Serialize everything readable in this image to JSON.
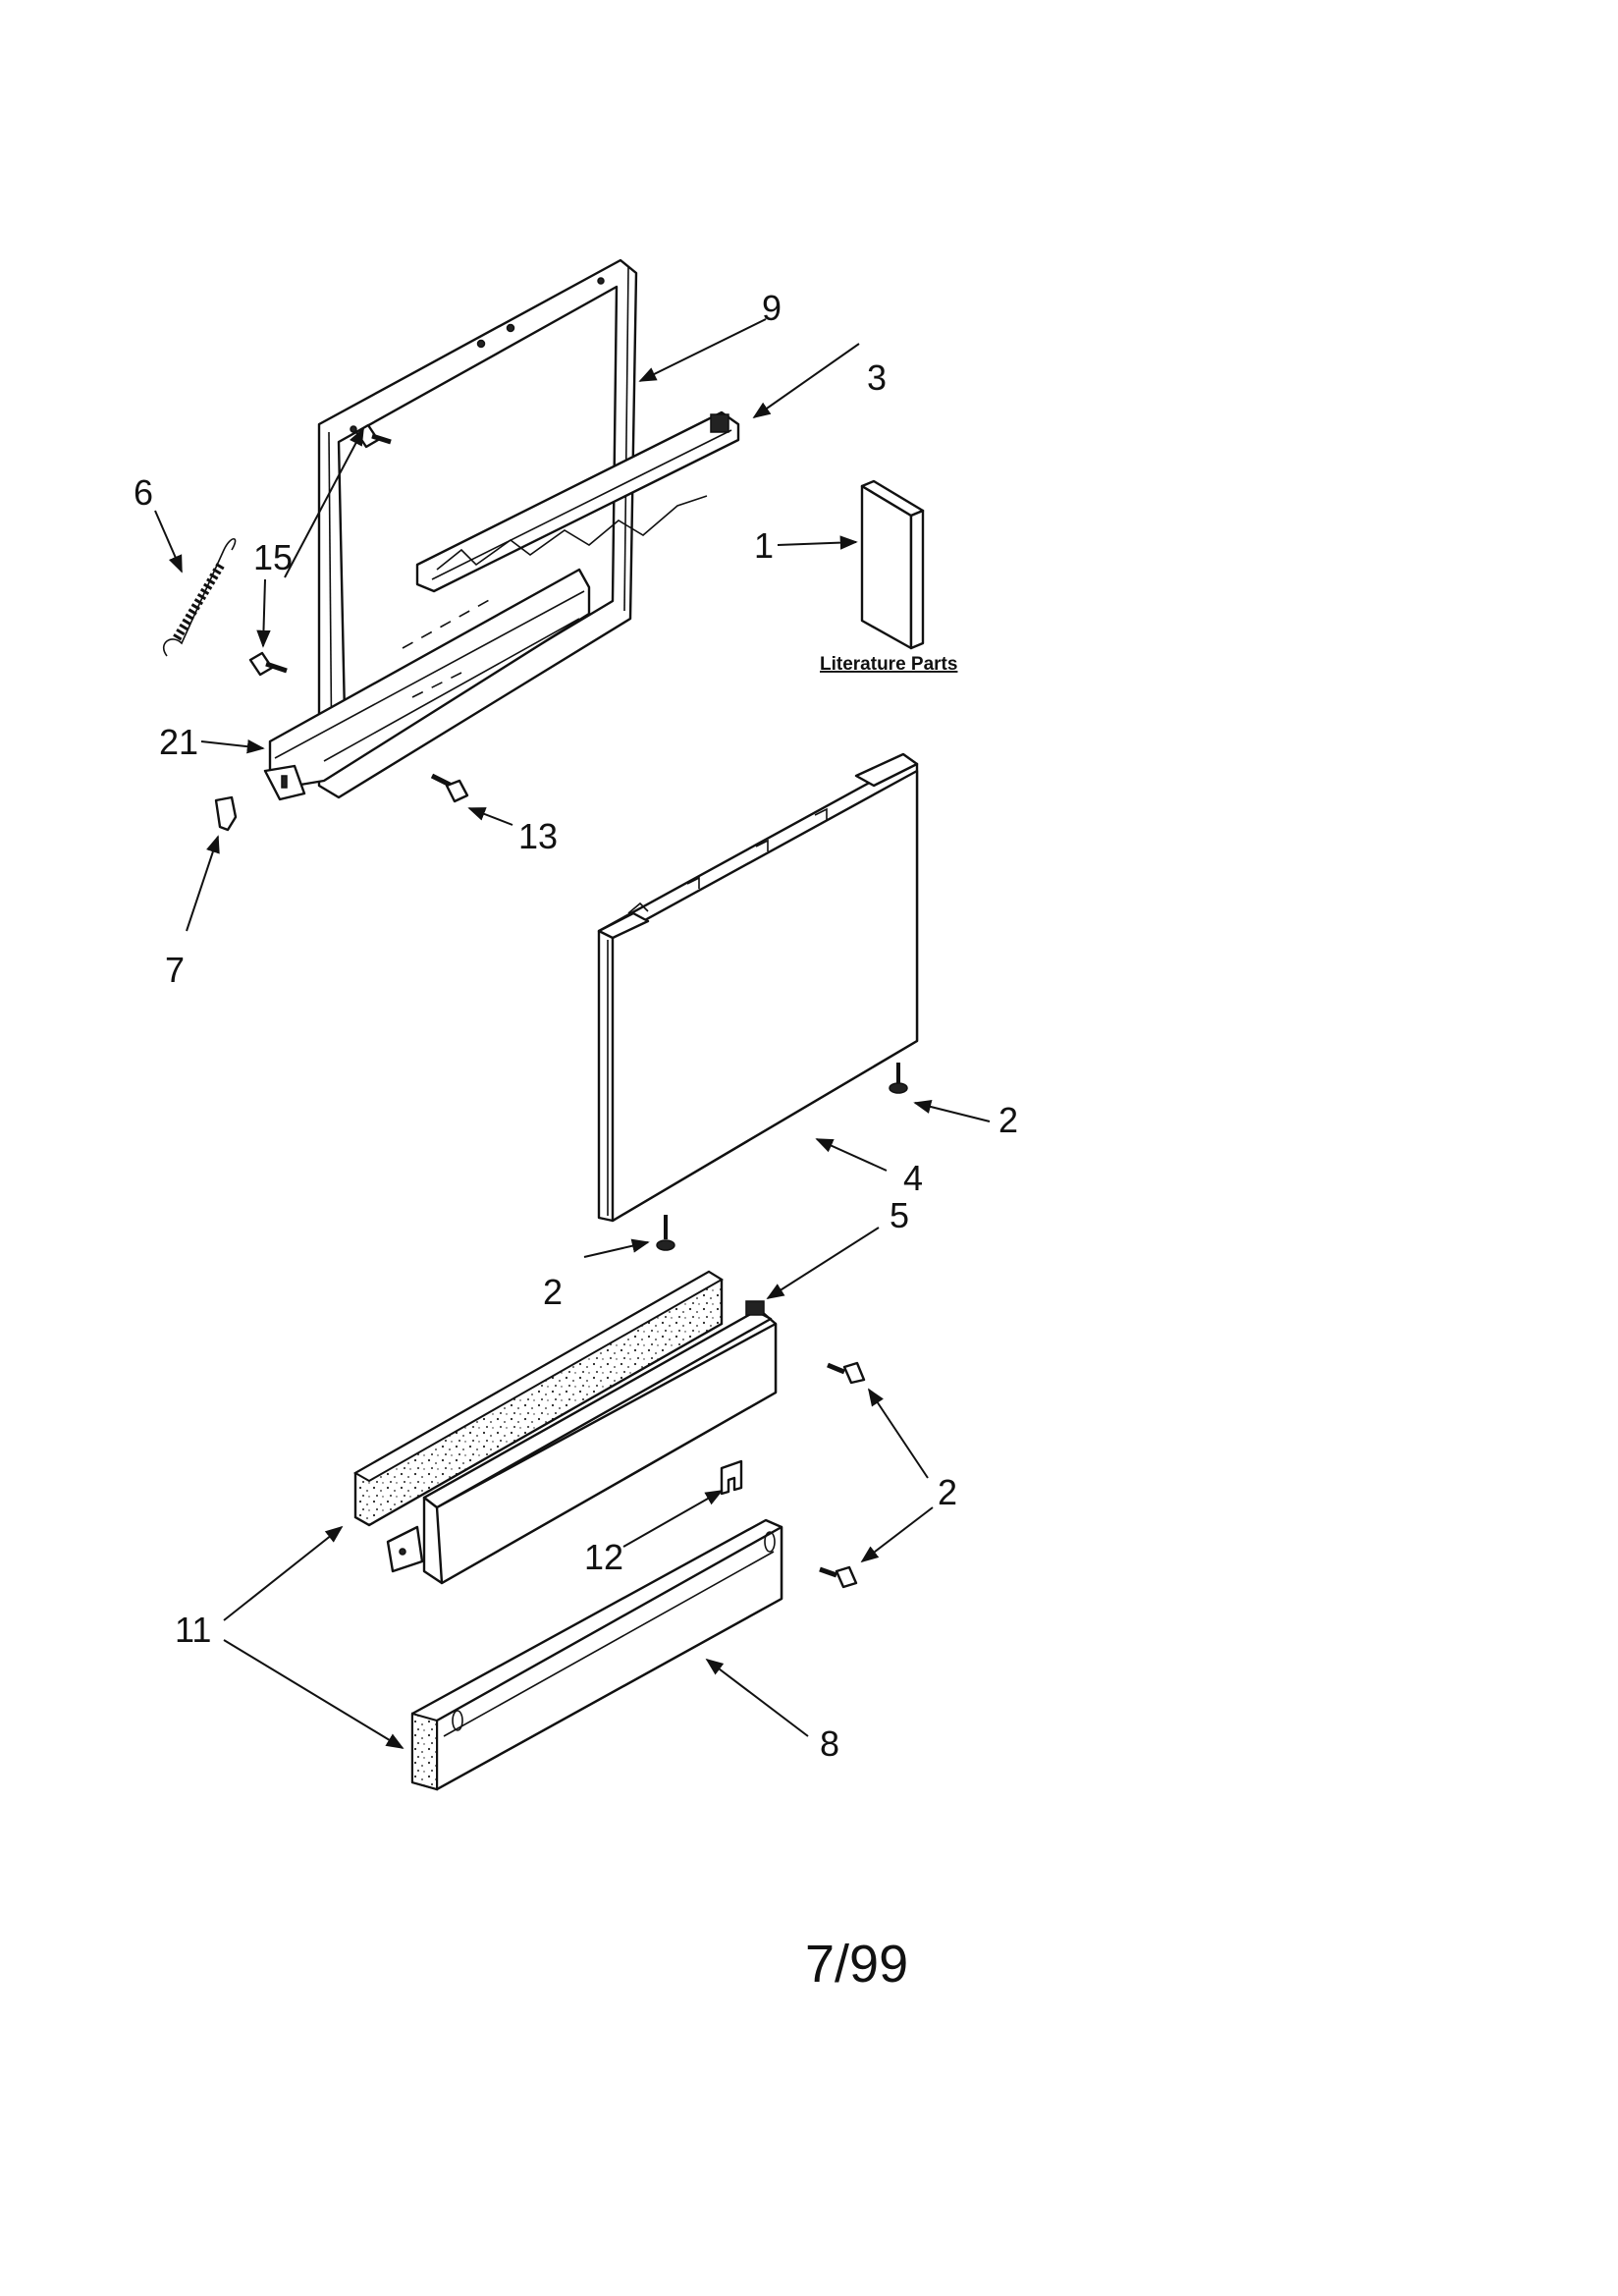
{
  "callouts": {
    "c1": "1",
    "c2a": "2",
    "c2b": "2",
    "c2c": "2",
    "c3": "3",
    "c4": "4",
    "c5": "5",
    "c6": "6",
    "c7": "7",
    "c8": "8",
    "c9": "9",
    "c11": "11",
    "c12": "12",
    "c13": "13",
    "c15": "15",
    "c21": "21"
  },
  "literature_label": "Literature Parts",
  "revision_date": "7/99"
}
